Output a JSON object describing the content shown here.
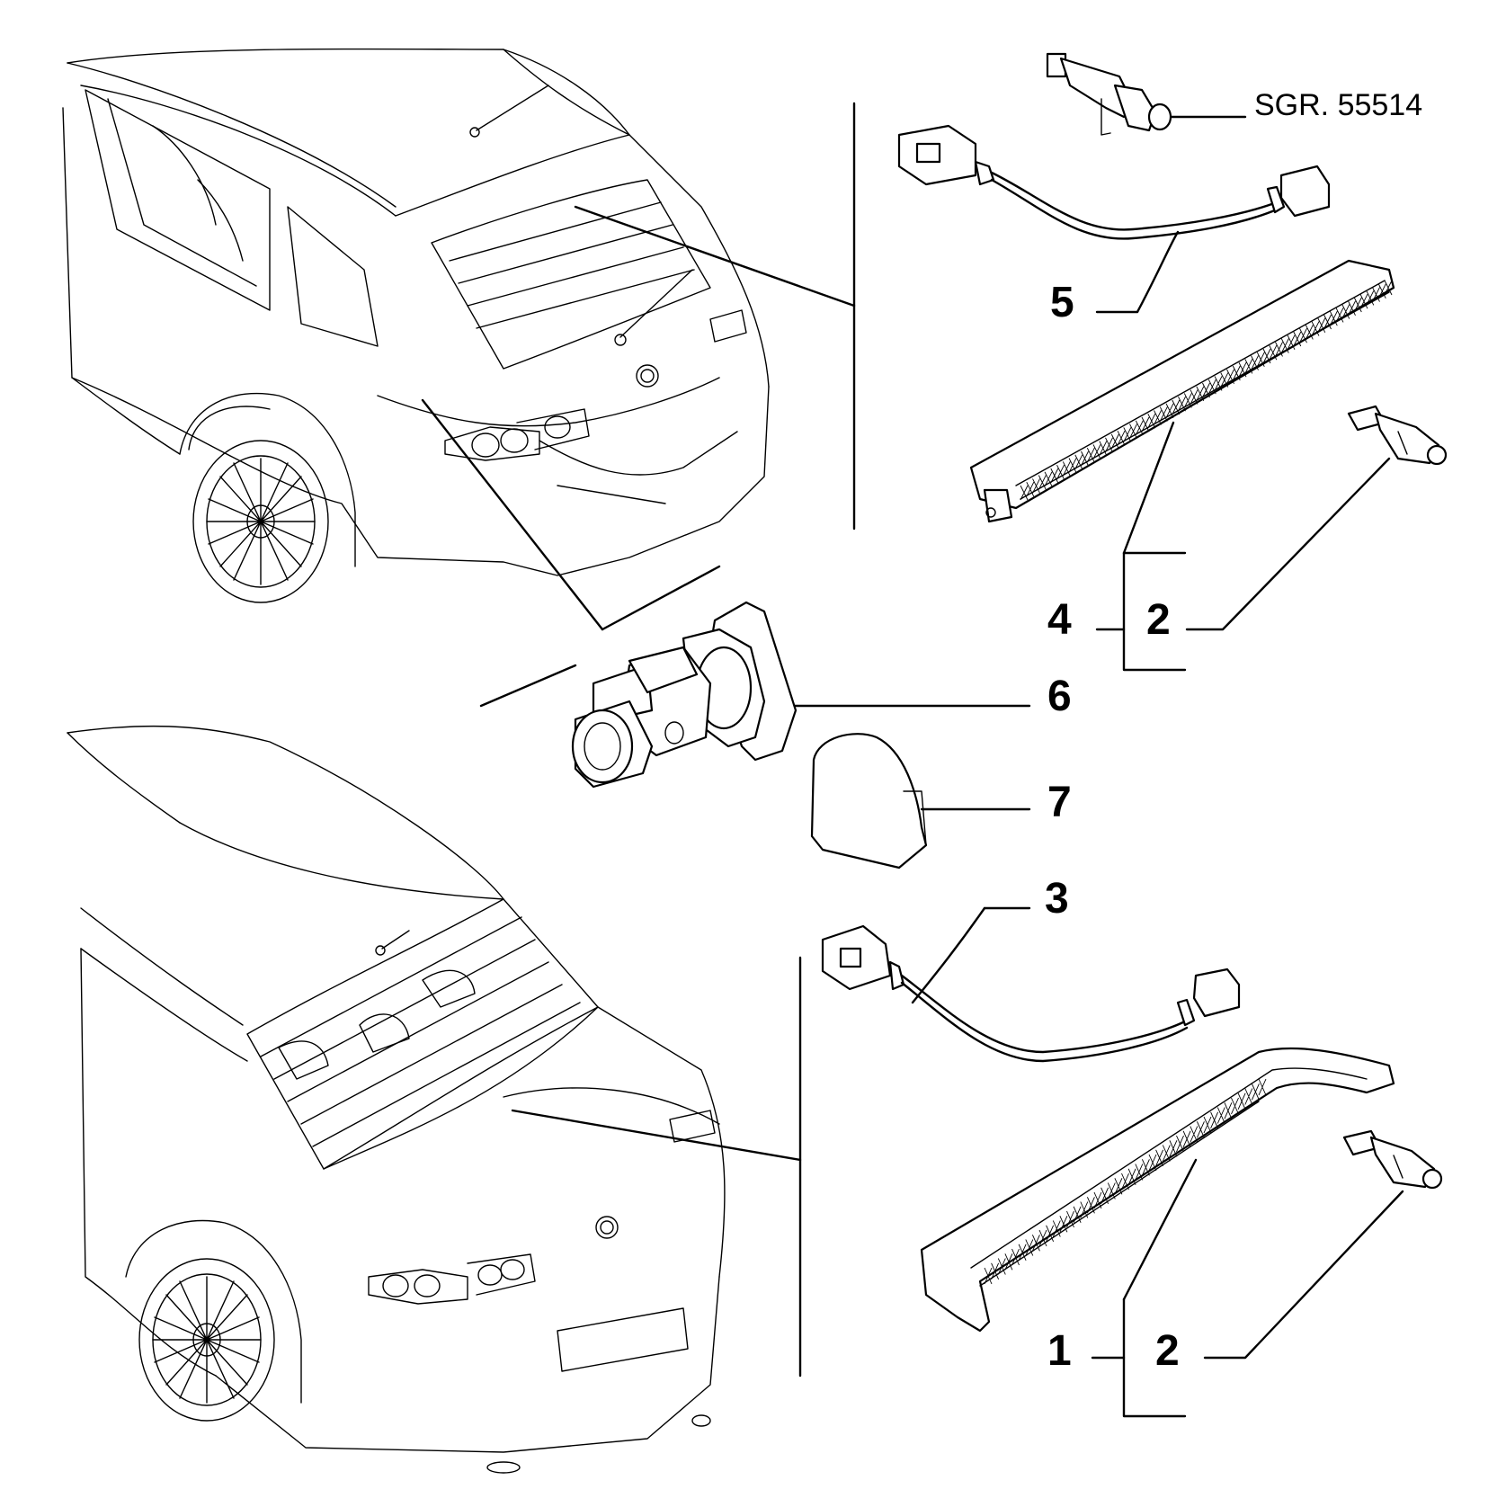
{
  "reference": {
    "label": "SGR. 55514"
  },
  "callouts": [
    {
      "id": "5",
      "label": "5"
    },
    {
      "id": "4",
      "label": "4"
    },
    {
      "id": "2a",
      "label": "2"
    },
    {
      "id": "6",
      "label": "6"
    },
    {
      "id": "7",
      "label": "7"
    },
    {
      "id": "3",
      "label": "3"
    },
    {
      "id": "1",
      "label": "1"
    },
    {
      "id": "2b",
      "label": "2"
    }
  ]
}
